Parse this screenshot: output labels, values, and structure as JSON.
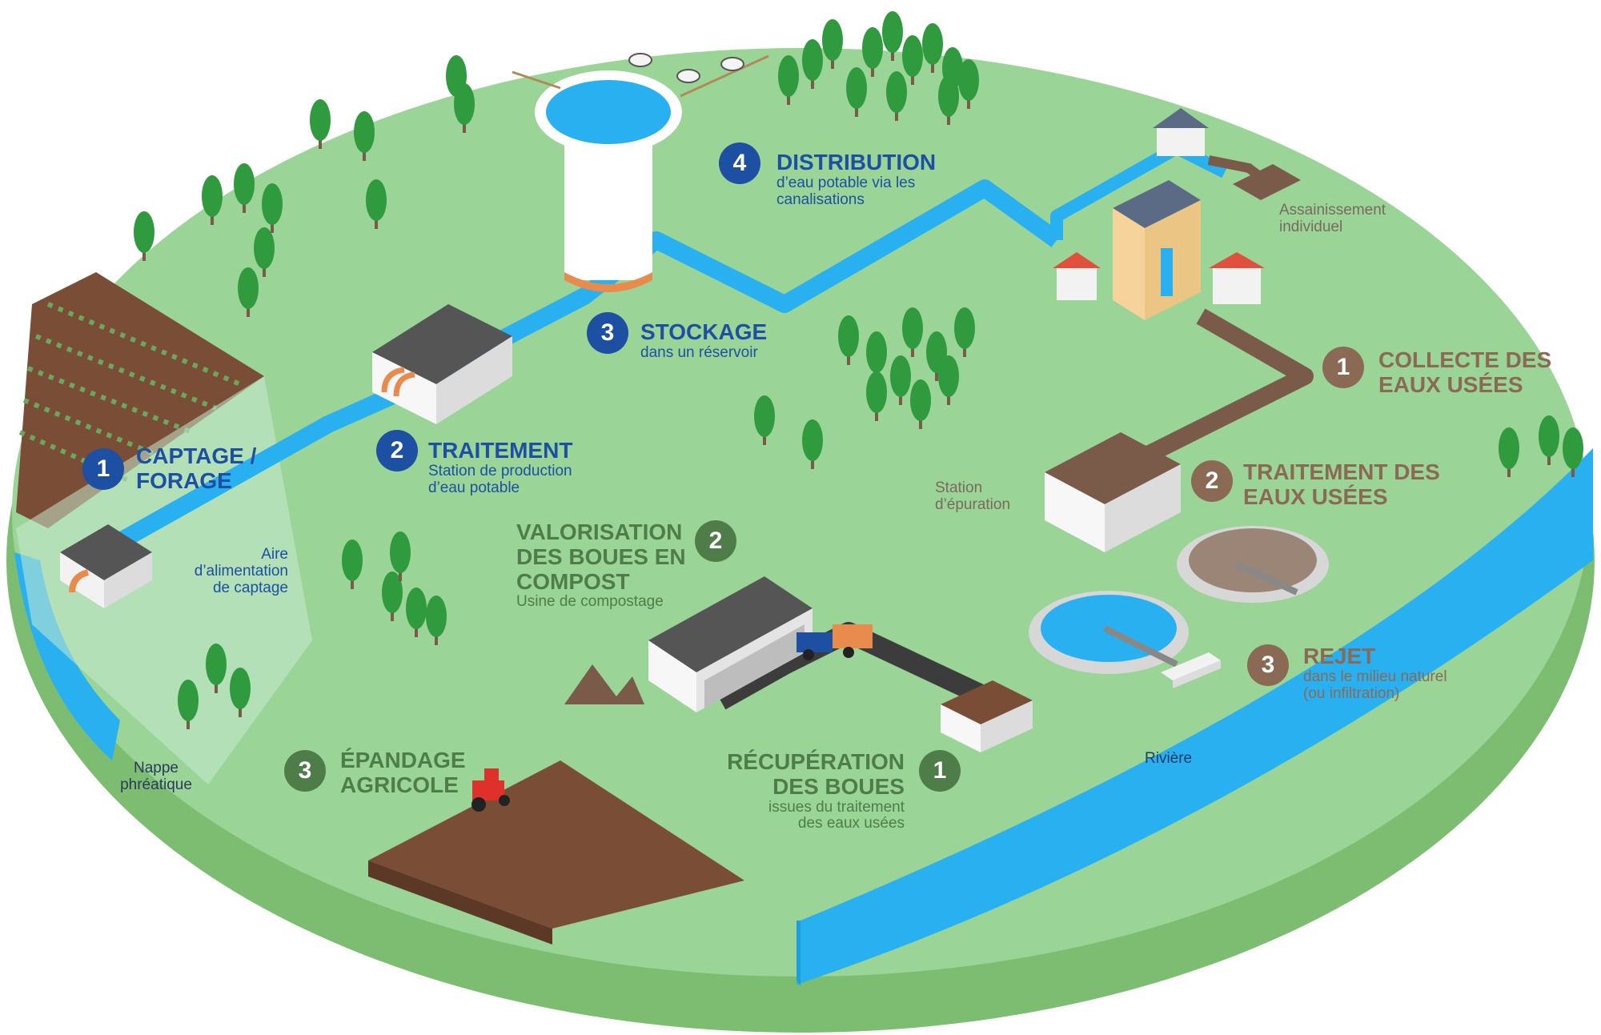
{
  "colors": {
    "grass": "#9bd497",
    "grass_edge": "#7dbd72",
    "water": "#29b0f0",
    "water_dark": "#1aa0e0",
    "blue_label": "#1d4fa3",
    "brown_label": "#8a6a55",
    "green_label": "#4f7d4a",
    "soil": "#7a4e36",
    "tree": "#2f9a3e"
  },
  "drinking_water": {
    "captage": {
      "num": "1",
      "title_1": "CAPTAGE /",
      "title_2": "FORAGE"
    },
    "traitement": {
      "num": "2",
      "title": "TRAITEMENT",
      "sub_1": "Station de production",
      "sub_2": "d’eau potable"
    },
    "stockage": {
      "num": "3",
      "title": "STOCKAGE",
      "sub": "dans un réservoir"
    },
    "distribution": {
      "num": "4",
      "title": "DISTRIBUTION",
      "sub_1": "d’eau potable via les",
      "sub_2": "canalisations"
    }
  },
  "wastewater": {
    "collecte": {
      "num": "1",
      "title_1": "COLLECTE DES",
      "title_2": "EAUX USÉES"
    },
    "traitement": {
      "num": "2",
      "title_1": "TRAITEMENT DES",
      "title_2": "EAUX USÉES"
    },
    "rejet": {
      "num": "3",
      "title": "REJET",
      "sub_1": "dans le milieu naturel",
      "sub_2": "(ou infiltration)"
    }
  },
  "sludge": {
    "recuperation": {
      "num": "1",
      "title_1": "RÉCUPÉRATION",
      "title_2": "DES BOUES",
      "sub_1": "issues du traitement",
      "sub_2": "des eaux usées"
    },
    "valorisation": {
      "num": "2",
      "title_1": "VALORISATION",
      "title_2": "DES BOUES EN",
      "title_3": "COMPOST",
      "sub": "Usine de compostage"
    },
    "epandage": {
      "num": "3",
      "title_1": "ÉPANDAGE",
      "title_2": "AGRICOLE"
    }
  },
  "notes": {
    "aire_1": "Aire",
    "aire_2": "d’alimentation",
    "aire_3": "de captage",
    "nappe_1": "Nappe",
    "nappe_2": "phréatique",
    "station_1": "Station",
    "station_2": "d’épuration",
    "assainissement_1": "Assainissement",
    "assainissement_2": "individuel",
    "riviere": "Rivière"
  }
}
